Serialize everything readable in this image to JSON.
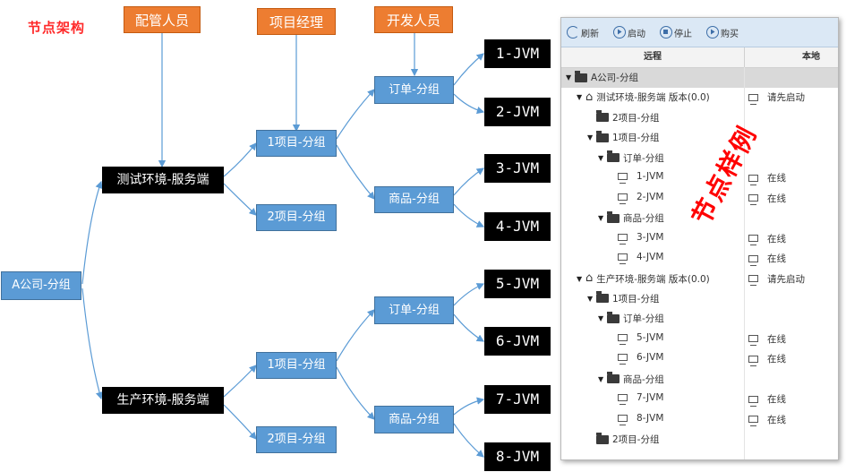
{
  "title": "节点架构",
  "roles": {
    "config": "配管人员",
    "pm": "项目经理",
    "dev": "开发人员"
  },
  "tree": {
    "root": "A公司-分组",
    "env_test": "测试环境-服务端",
    "env_prod": "生产环境-服务端",
    "proj1": "1项目-分组",
    "proj2": "2项目-分组",
    "order": "订单-分组",
    "goods": "商品-分组",
    "jvms": [
      "1-JVM",
      "2-JVM",
      "3-JVM",
      "4-JVM",
      "5-JVM",
      "6-JVM",
      "7-JVM",
      "8-JVM"
    ]
  },
  "panel": {
    "toolbar": [
      "刷新",
      "启动",
      "停止",
      "购买"
    ],
    "col_remote": "远程",
    "col_local": "本地",
    "rows": [
      {
        "indent": 0,
        "icon": "folder",
        "expand": true,
        "label": "A公司-分组",
        "status": "",
        "status_icon": false
      },
      {
        "indent": 1,
        "icon": "house",
        "expand": true,
        "label": "测试环境-服务端 版本(0.0)",
        "status": "请先启动",
        "status_icon": true
      },
      {
        "indent": 2,
        "icon": "folder",
        "expand": false,
        "label": "2项目-分组",
        "status": "",
        "status_icon": false
      },
      {
        "indent": 2,
        "icon": "folder",
        "expand": true,
        "label": "1项目-分组",
        "status": "",
        "status_icon": false
      },
      {
        "indent": 3,
        "icon": "folder",
        "expand": true,
        "label": "订单-分组",
        "status": "",
        "status_icon": false
      },
      {
        "indent": 4,
        "icon": "pc",
        "expand": false,
        "label": "1-JVM",
        "status": "在线",
        "status_icon": true
      },
      {
        "indent": 4,
        "icon": "pc",
        "expand": false,
        "label": "2-JVM",
        "status": "在线",
        "status_icon": true
      },
      {
        "indent": 3,
        "icon": "folder",
        "expand": true,
        "label": "商品-分组",
        "status": "",
        "status_icon": false
      },
      {
        "indent": 4,
        "icon": "pc",
        "expand": false,
        "label": "3-JVM",
        "status": "在线",
        "status_icon": true
      },
      {
        "indent": 4,
        "icon": "pc",
        "expand": false,
        "label": "4-JVM",
        "status": "在线",
        "status_icon": true
      },
      {
        "indent": 1,
        "icon": "house",
        "expand": true,
        "label": "生产环境-服务端 版本(0.0)",
        "status": "请先启动",
        "status_icon": true
      },
      {
        "indent": 2,
        "icon": "folder",
        "expand": true,
        "label": "1项目-分组",
        "status": "",
        "status_icon": false
      },
      {
        "indent": 3,
        "icon": "folder",
        "expand": true,
        "label": "订单-分组",
        "status": "",
        "status_icon": false
      },
      {
        "indent": 4,
        "icon": "pc",
        "expand": false,
        "label": "5-JVM",
        "status": "在线",
        "status_icon": true
      },
      {
        "indent": 4,
        "icon": "pc",
        "expand": false,
        "label": "6-JVM",
        "status": "在线",
        "status_icon": true
      },
      {
        "indent": 3,
        "icon": "folder",
        "expand": true,
        "label": "商品-分组",
        "status": "",
        "status_icon": false
      },
      {
        "indent": 4,
        "icon": "pc",
        "expand": false,
        "label": "7-JVM",
        "status": "在线",
        "status_icon": true
      },
      {
        "indent": 4,
        "icon": "pc",
        "expand": false,
        "label": "8-JVM",
        "status": "在线",
        "status_icon": true
      },
      {
        "indent": 2,
        "icon": "folder",
        "expand": false,
        "label": "2项目-分组",
        "status": "",
        "status_icon": false
      }
    ],
    "stamp": "节点样例"
  },
  "colors": {
    "title": "#ff2a2a",
    "role": "#ed7d31",
    "group": "#5b9bd5",
    "env": "#000000",
    "stamp": "#ff0000"
  }
}
